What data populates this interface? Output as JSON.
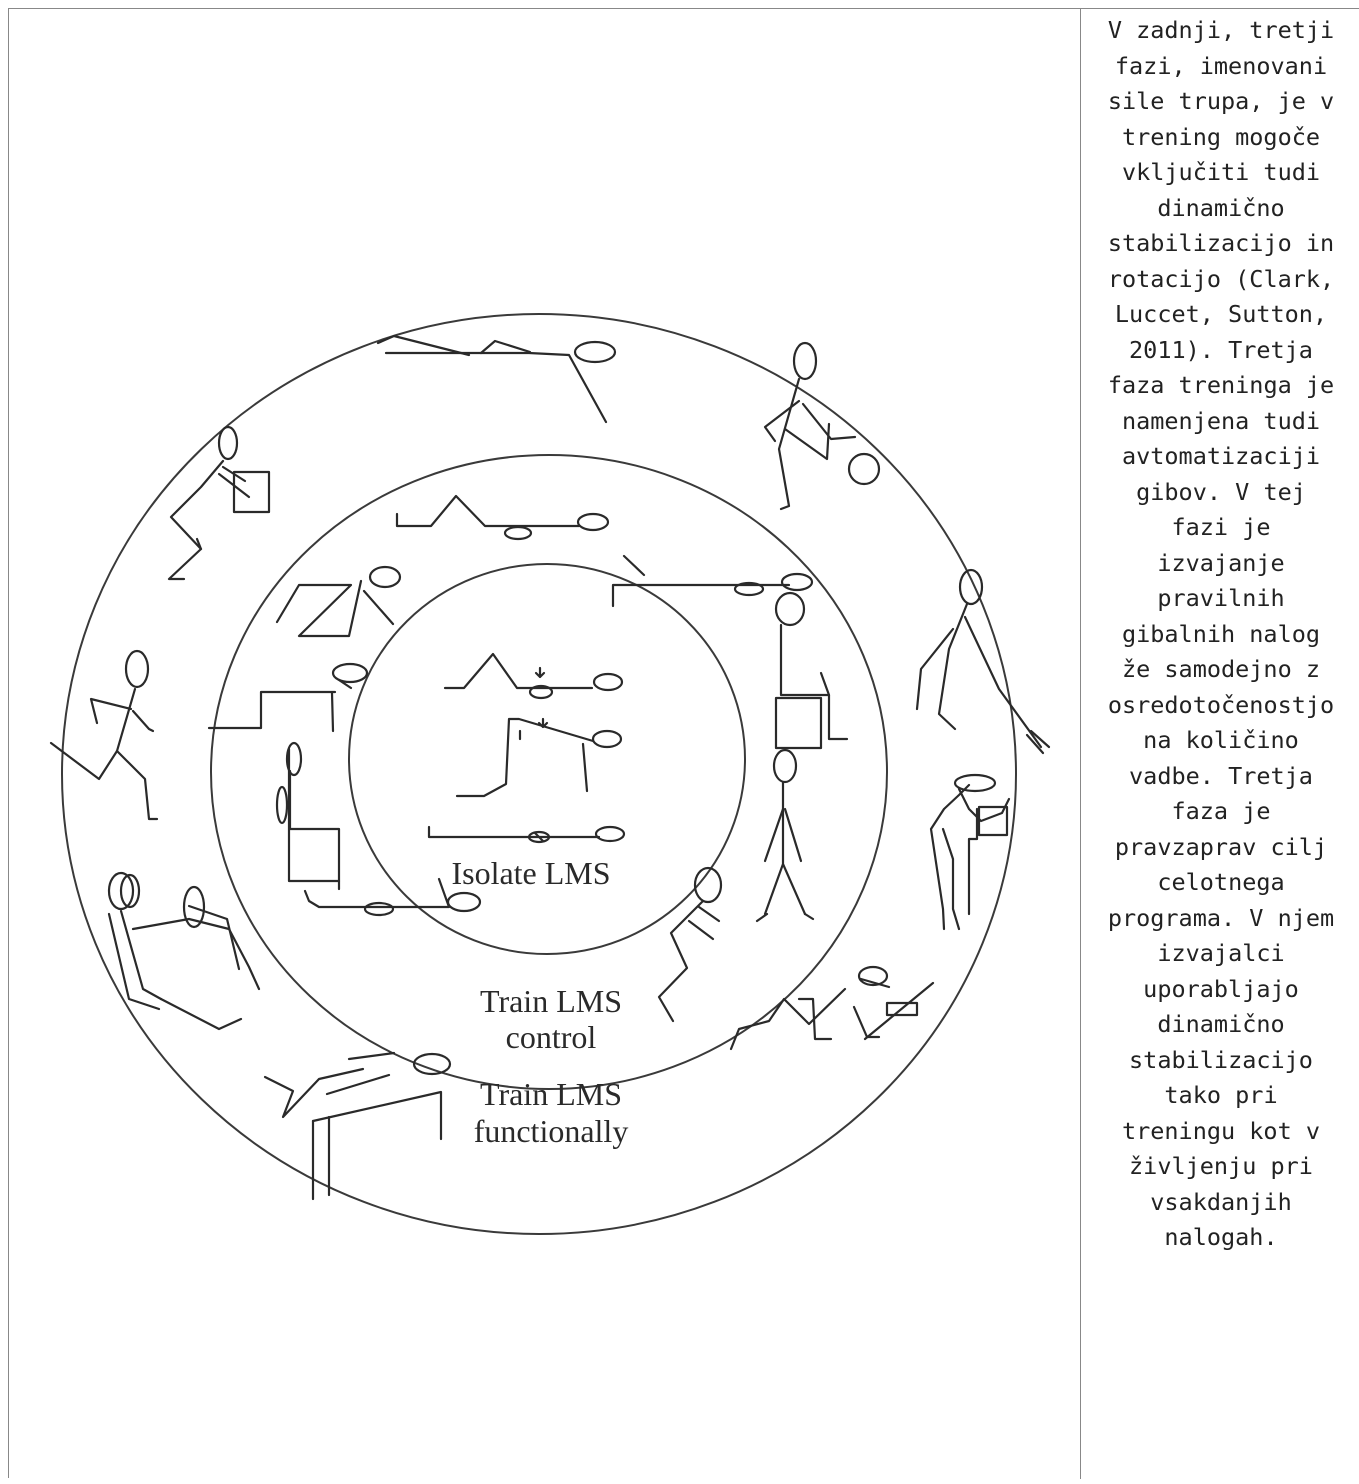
{
  "figure": {
    "labels": {
      "inner": "Isolate LMS",
      "middle_line1": "Train LMS",
      "middle_line2": "control",
      "outer_line1": "Train LMS",
      "outer_line2": "functionally"
    }
  },
  "text_cell": {
    "paragraph": "V zadnji, tretji\nfazi, imenovani\nsile trupa, je v\ntrening mogoče\nvključiti tudi\ndinamično\nstabilizacijo in\nrotacijo (Clark,\nLuccet, Sutton,\n2011). Tretja\nfaza treninga je\nnamenjena tudi\navtomatizaciji\ngibov. V tej\nfazi je\nizvajanje\npravilnih\ngibalnih nalog\nže samodejno z\nosredotočenostjo\nna količino\nvadbe. Tretja\nfaza je\npravzaprav cilj\ncelotnega\nprograma. V njem\nizvajalci\nuporabljajo\ndinamično\nstabilizacijo\ntako pri\ntreningu kot v\nživljenju pri\nvsakdanjih\nnalogah."
  }
}
